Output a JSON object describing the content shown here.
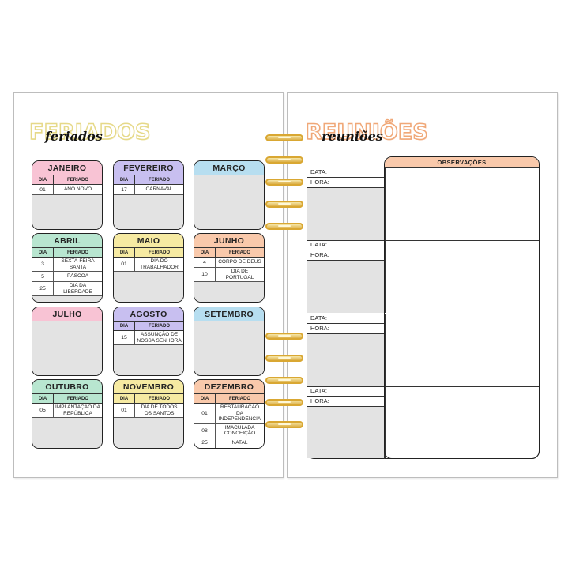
{
  "left": {
    "title_big": "FERIADOS",
    "title_script": "feriados",
    "col_day": "DIA",
    "col_holiday": "FERIADO",
    "months": [
      {
        "name": "JANEIRO",
        "color": "#f8c3d4",
        "rows": [
          {
            "d": "01",
            "h": "ANO NOVO"
          }
        ]
      },
      {
        "name": "FEVEREIRO",
        "color": "#c8bff0",
        "rows": [
          {
            "d": "17",
            "h": "CARNAVAL"
          }
        ]
      },
      {
        "name": "MARÇO",
        "color": "#b7def0",
        "rows": []
      },
      {
        "name": "ABRIL",
        "color": "#b8e6d0",
        "rows": [
          {
            "d": "3",
            "h": "SEXTA-FEIRA SANTA"
          },
          {
            "d": "5",
            "h": "PÁSCOA"
          },
          {
            "d": "25",
            "h": "DIA DA LIBERDADE"
          }
        ]
      },
      {
        "name": "MAIO",
        "color": "#f6eaa2",
        "rows": [
          {
            "d": "01",
            "h": "DIA DO TRABALHADOR"
          }
        ]
      },
      {
        "name": "JUNHO",
        "color": "#f9c9ab",
        "rows": [
          {
            "d": "4",
            "h": "CORPO DE DEUS"
          },
          {
            "d": "10",
            "h": "DIA DE PORTUGAL"
          }
        ]
      },
      {
        "name": "JULHO",
        "color": "#f8c3d4",
        "rows": []
      },
      {
        "name": "AGOSTO",
        "color": "#c8bff0",
        "rows": [
          {
            "d": "15",
            "h": "ASSUNÇÃO DE NOSSA SENHORA"
          }
        ]
      },
      {
        "name": "SETEMBRO",
        "color": "#b7def0",
        "rows": []
      },
      {
        "name": "OUTUBRO",
        "color": "#b8e6d0",
        "rows": [
          {
            "d": "05",
            "h": "IMPLANTAÇÃO DA REPÚBLICA"
          }
        ]
      },
      {
        "name": "NOVEMBRO",
        "color": "#f6eaa2",
        "rows": [
          {
            "d": "01",
            "h": "DIA DE TODOS OS SANTOS"
          }
        ]
      },
      {
        "name": "DEZEMBRO",
        "color": "#f9c9ab",
        "rows": [
          {
            "d": "01",
            "h": "RESTAURAÇÃO DA INDEPENDÊNCIA"
          },
          {
            "d": "08",
            "h": "IMACULADA CONCEIÇÃO"
          },
          {
            "d": "25",
            "h": "NATAL"
          }
        ]
      }
    ]
  },
  "right": {
    "title_big": "REUNIÕES",
    "title_script": "reuniões",
    "obs_label": "OBSERVAÇÕES",
    "date_label": "DATA:",
    "time_label": "HORA:"
  },
  "colors": {
    "accent_orange": "#f9c9ab",
    "ring_gold": "#d9a732",
    "gray_fill": "#e3e3e3"
  }
}
